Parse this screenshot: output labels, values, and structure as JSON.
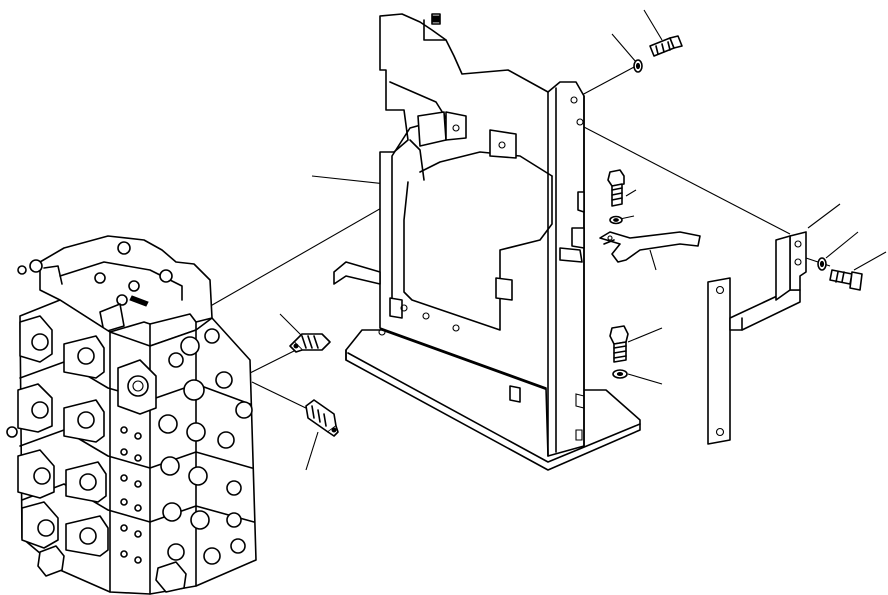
{
  "diagram": {
    "type": "exploded-parts-drawing",
    "background": "#ffffff",
    "line_color": "#000000",
    "labels": [],
    "parts": [
      "control-valve-block",
      "valve-mounting-bracket",
      "side-bracket",
      "bolt-top",
      "washer-top",
      "bolt-right",
      "washer-right",
      "bolt-mid-upper",
      "washer-mid-upper",
      "bolt-mid-lower",
      "washer-mid-lower",
      "hose-clamp",
      "sensor-fitting-upper",
      "sensor-fitting-lower"
    ]
  }
}
